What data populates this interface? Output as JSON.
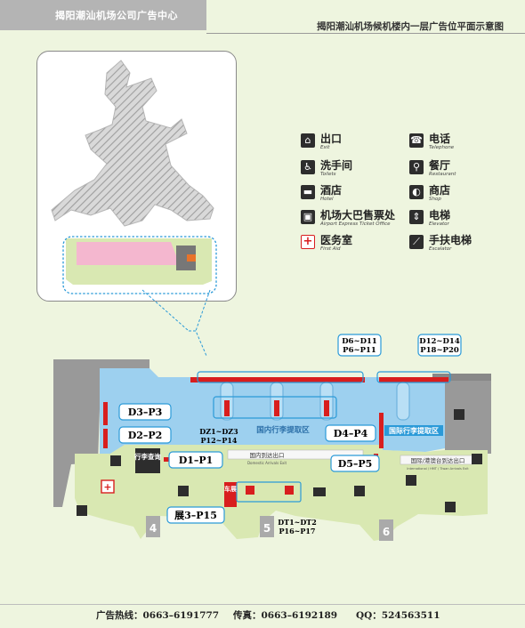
{
  "header": {
    "left_title": "揭阳潮汕机场公司广告中心",
    "right_title": "揭阳潮汕机场候机楼内一层广告位平面示意图"
  },
  "legend": [
    {
      "icon": "exit-icon",
      "zh": "出口",
      "en": "Exit"
    },
    {
      "icon": "phone-icon",
      "zh": "电话",
      "en": "Telephone"
    },
    {
      "icon": "toilet-icon",
      "zh": "洗手间",
      "en": "Toilets"
    },
    {
      "icon": "restaurant-icon",
      "zh": "餐厅",
      "en": "Restaurant"
    },
    {
      "icon": "hotel-icon",
      "zh": "酒店",
      "en": "Hotel"
    },
    {
      "icon": "shop-icon",
      "zh": "商店",
      "en": "Shop"
    },
    {
      "icon": "bus-icon",
      "zh": "机场大巴售票处",
      "en": "Airport Express Ticket Office"
    },
    {
      "icon": "elevator-icon",
      "zh": "电梯",
      "en": "Elevator"
    },
    {
      "icon": "first-aid-icon",
      "zh": "医务室",
      "en": "First Aid"
    },
    {
      "icon": "escalator-icon",
      "zh": "手扶电梯",
      "en": "Escalator"
    }
  ],
  "map": {
    "colors": {
      "blue": "#9dd0ef",
      "green": "#d9e8b2",
      "gray": "#999999",
      "red": "#d81e1e",
      "pink": "#f4b7cf",
      "callout": "#2b9ad8"
    },
    "labels": {
      "d6_d11": "D6~D11",
      "p6_p11": "P6~P11",
      "d12_d14": "D12~D14",
      "p18_p20": "P18~P20",
      "d3_p3": "D3–P3",
      "d2_p2": "D2–P2",
      "d1_p1": "D1–P1",
      "d4_p4": "D4–P4",
      "d5_p5": "D5–P5",
      "zhan3_p15": "展3–P15",
      "dz1_dz3": "DZ1~DZ3",
      "p12_p14": "P12~P14",
      "dt1_dt2": "DT1~DT2",
      "p16_p17": "P16~P17",
      "domestic_baggage": "国内行李提取区",
      "intl_baggage": "国际行李提取区",
      "domestic_exit_zh": "国内到达出口",
      "domestic_exit_en": "Domestic Arrivals Exit",
      "intl_exit_zh": "国际/港澳台到达出口",
      "intl_exit_en": "International / HMT / Tiwan Arrivals Exit",
      "luggage_query": "行李查询",
      "car_rental": "车展",
      "gate_4": "4",
      "gate_5": "5",
      "gate_6": "6"
    }
  },
  "footer": {
    "hotline": "广告热线：0663–6191777",
    "fax": "传真：0663–6192189",
    "qq": "QQ：524563511"
  }
}
